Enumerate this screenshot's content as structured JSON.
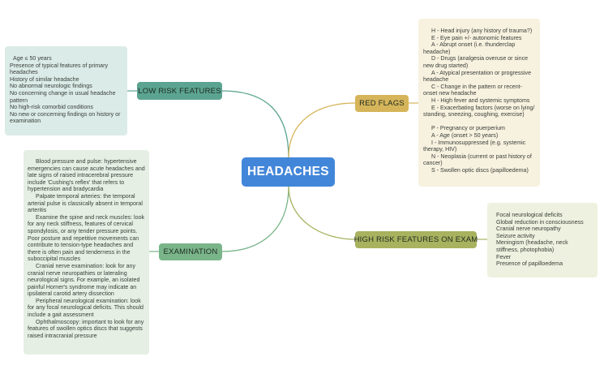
{
  "central": {
    "label": "HEADACHES",
    "color": "#4286d9"
  },
  "branches": {
    "low_risk": {
      "label": "LOW RISK FEATURES",
      "color": "#5ba491",
      "notes": [
        "Age ≤ 50 years",
        "Presence of typical features of primary headaches",
        "History of similar headache",
        "No abnormal neurologic findings",
        "No concerning change in usual headache pattern",
        "No high-risk comorbid conditions",
        "No new or concerning findings on history or examination"
      ]
    },
    "examination": {
      "label": "EXAMINATION",
      "color": "#7ab58a",
      "notes": [
        "Blood pressure and pulse: hypertensive emergencies can cause acute headaches and late signs of raised intracerebral pressure include 'Cushing's reflex' that refers to hypertension and bradycardia",
        "Palpate temporal arteries: the temporal arterial pulse is classically absent in temporal arteritis",
        "Examine the spine and neck muscles: look for any neck stiffness, features of cervical spondylosis, or any tender pressure points. Poor posture and repetitive movements can contribute to tension-type headaches and there is often pain and tenderness in the suboccipital muscles",
        "Cranial nerve examination: look for any cranial nerve neuropathies or lateraling neurological signs. For example, an isolated painful Horner's syndrome may indicate an ipsilateral carotid artery dissection",
        "Peripheral neurological examination: look for any focal neurological deficits. This should include a gait assessment",
        "Ophthalmoscopy: important to look for any features of swollen optics discs that suggests raised intracranial pressure"
      ]
    },
    "red_flags": {
      "label": "RED FLAGS",
      "color": "#d6b55a",
      "notes": [
        "H - Head injury (any history of trauma?)",
        "E - Eye pain +/- autonomic features",
        "A - Abrupt onset (i.e. thunderclap headache)",
        "D - Drugs (analgesia overuse or since new drug started)",
        "A - Atypical presentation or progressive headache",
        "C - Change in the pattern or recent-onset new headache",
        "H - High fever and systemic symptoms",
        "E - Exacerbating factors (worse on lying/ standing, sneezing, coughing, exercise)",
        "",
        "P - Pregnancy or puerperium",
        "A - Age (onset > 50 years)",
        "I - Immunosuppressed (e.g. systemic therapy, HIV)",
        "N - Neoplasia (current or past history of cancer)",
        "S - Swollen optic discs (papilloedema)"
      ]
    },
    "high_risk": {
      "label": "HIGH RISK FEATURES ON EXAM",
      "color": "#a8b25f",
      "notes": [
        "Focal neurological deficits",
        "Global reduction in consciousness",
        "Cranial nerve neuropathy",
        "Seizure activity",
        "Meningism (headache, neck stiffness, photophobia)",
        "Fever",
        "Presence of papilloedema"
      ]
    }
  }
}
